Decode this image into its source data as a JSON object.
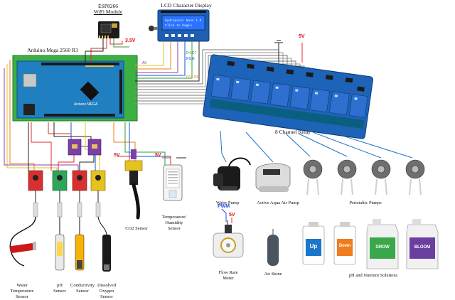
{
  "labels": {
    "esp_title": "ESP8266",
    "esp_sub": "WiFi Module",
    "lcd_title": "LCD Character Display",
    "lcd_screen_line1": "Hydroponic Nano 1.0",
    "lcd_screen_line2": "Click to begin",
    "arduino_title": "Arduino Mega 2560 R3",
    "arduino_chip_brand": "Arduino MEGA",
    "relay_title": "8 Channel Relay",
    "water_pump": "Water Pump",
    "air_pump": "Active Aqua Air Pump",
    "peristaltic": "Peristaltic Pumps",
    "co2": "CO2 Sensor",
    "temp_hum_line1": "Temperature/",
    "temp_hum_line2": "Humidity",
    "temp_hum_line3": "Sensor",
    "water_temp_line1": "Water",
    "water_temp_line2": "Temperature",
    "water_temp_line3": "Sensor",
    "ph_line1": "pH",
    "ph_line2": "Sensor",
    "cond_line1": "Conductivity",
    "cond_line2": "Sensor",
    "do_line1": "Dissolved",
    "do_line2": "Oxygen",
    "do_line3": "Sensor",
    "flow_line1": "Flow Rate",
    "flow_line2": "Meter",
    "air_stone": "Air Stone",
    "nutrients": "pH and Nutrient Solutions",
    "bottle_up": "Up",
    "bottle_down": "Down",
    "bottle_grow": "GROW",
    "bottle_bloom": "BLOOM"
  },
  "voltages": {
    "esp_33v": "3.5V",
    "relay_5v": "5V",
    "co2_5v": "5V",
    "temp_5v": "5V",
    "flow_5v": "5V",
    "flow_pwm": "PWM"
  },
  "wire_notes": {
    "lcd_pins_a": "D4-D7",
    "lcd_pins_b": "RS,E",
    "relay_pins": "D2 - D9",
    "misc": "A0"
  },
  "colors": {
    "arduino_board": "#1f7fc1",
    "shield": "#3cb043",
    "relay_board": "#1d63b8",
    "relay_module": "#2f6fd0",
    "lcd_frame": "#1e5fb0",
    "lcd_screen": "#2b73ff",
    "sensor_red": "#d83030",
    "sensor_green": "#2da65a",
    "sensor_yellow": "#e6c21c",
    "amp_purple": "#7b3fa6",
    "bottle_up_blue": "#1b75c9",
    "bottle_down_orange": "#f07c1c",
    "bottle_grow_green": "#3aa84a",
    "bottle_bloom_purple": "#6b3fa0"
  }
}
